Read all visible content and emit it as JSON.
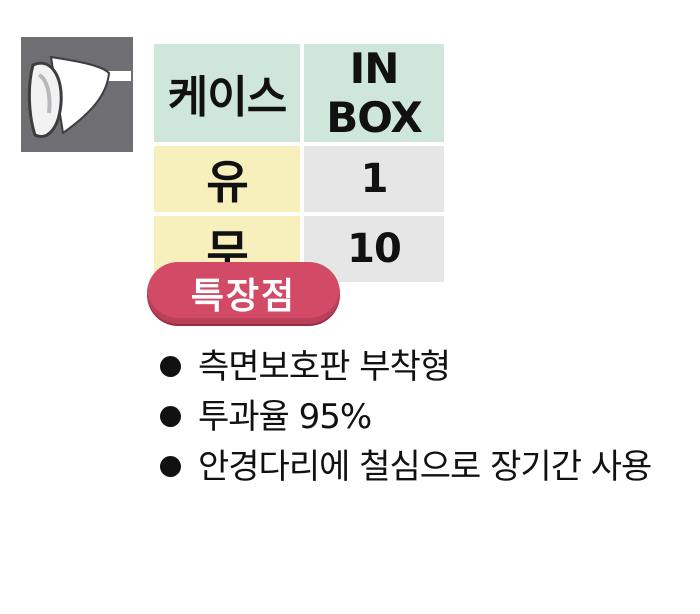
{
  "packaging_table": {
    "headers": {
      "case": "케이스",
      "in_box": "IN BOX"
    },
    "rows": [
      {
        "label": "유",
        "value": "1"
      },
      {
        "label": "무",
        "value": "10"
      }
    ]
  },
  "features": {
    "badge": "특장점",
    "items": [
      "측면보호판 부착형",
      "투과율 95%",
      "안경다리에 철심으로  장기간 사용"
    ]
  },
  "colors": {
    "icon_tile": "#6f6f73",
    "header_bg": "#cfe6da",
    "label_bg": "#f7efbc",
    "value_bg": "#e6e6e6",
    "badge_bg": "#d24a66"
  },
  "icons": {
    "product": "safety-glasses-side-shield-icon",
    "bullet": "filled-circle"
  }
}
